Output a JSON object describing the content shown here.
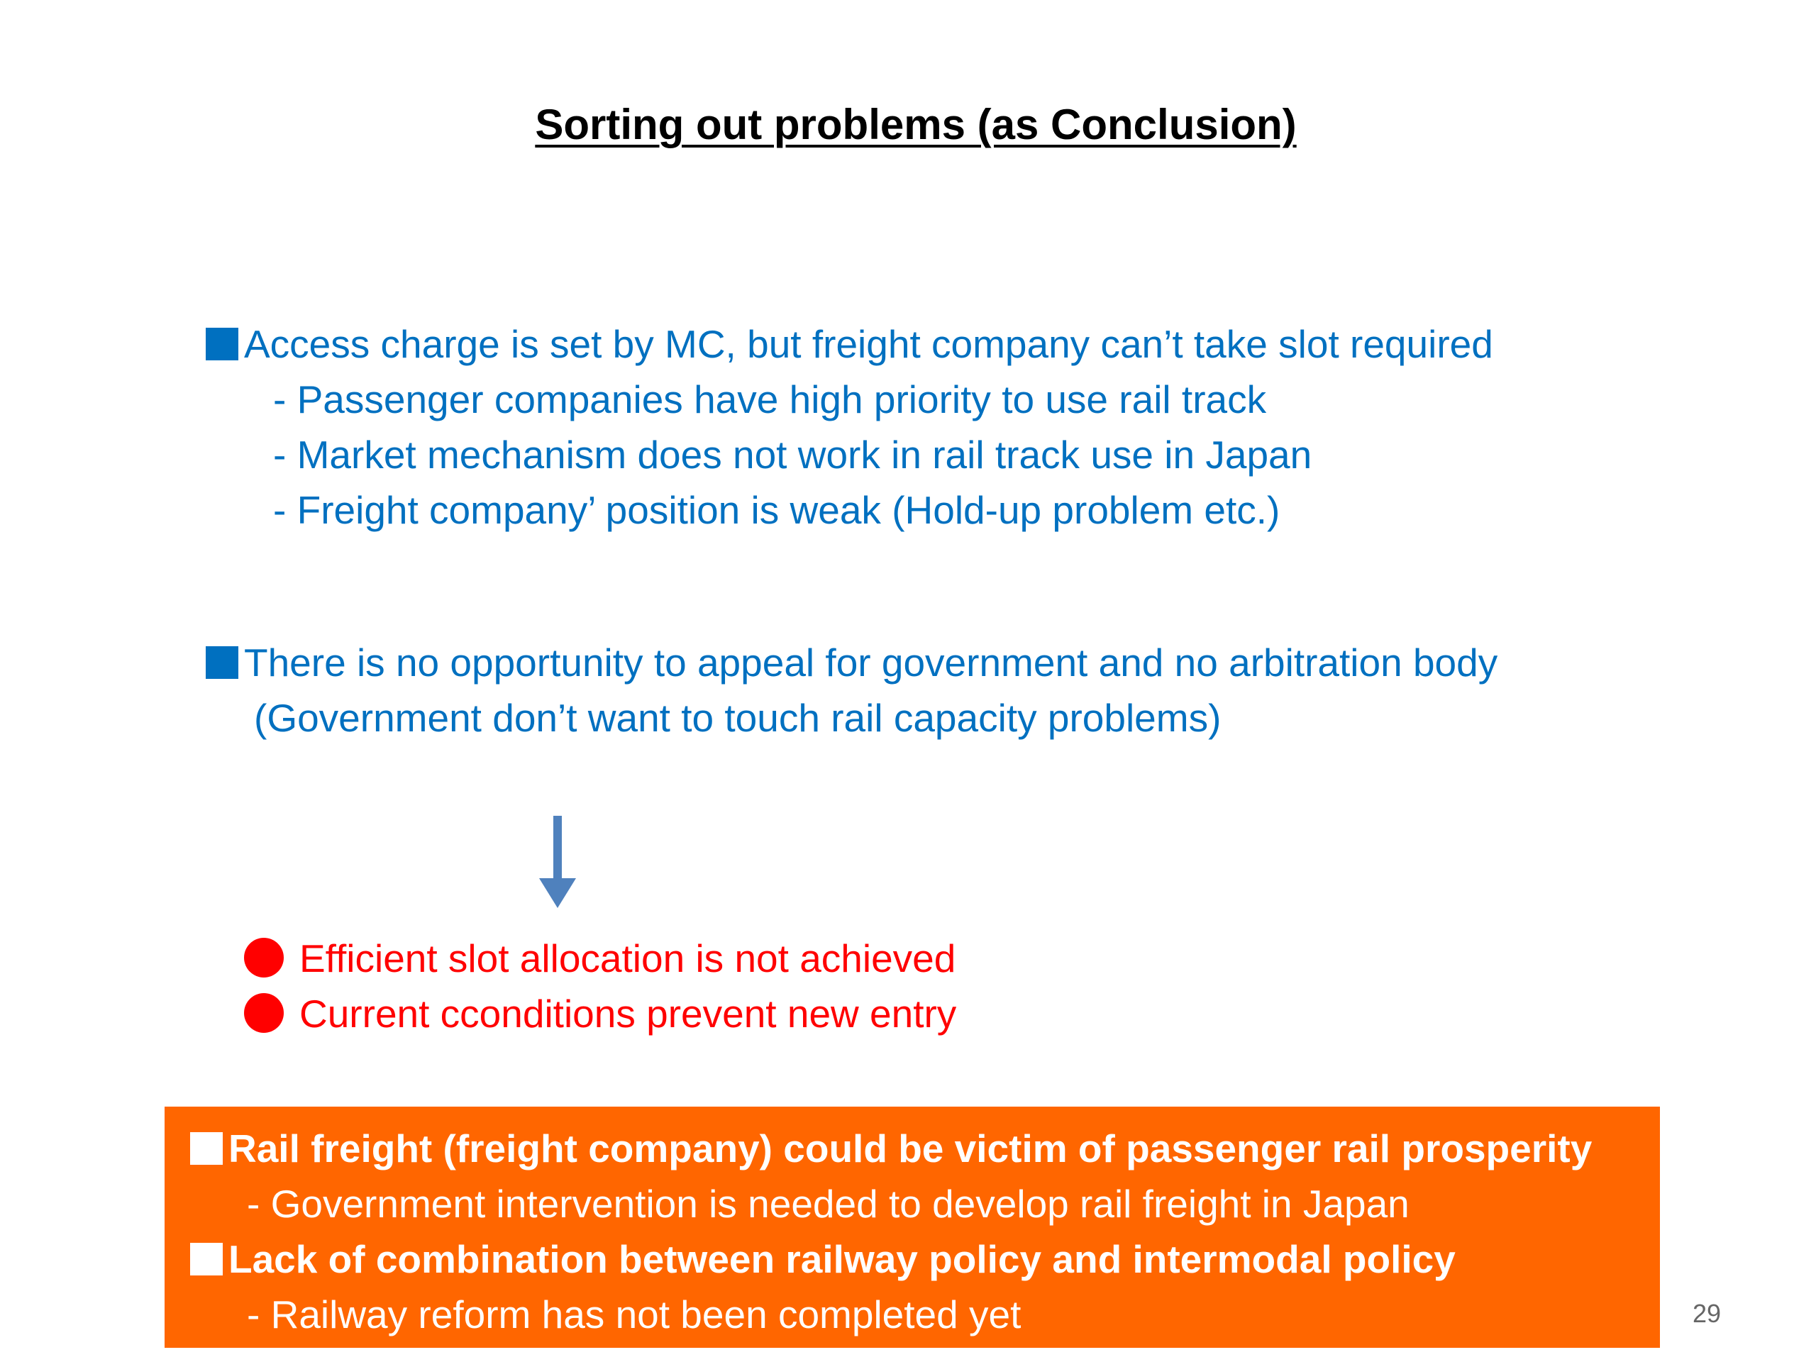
{
  "slide": {
    "title": "Sorting out problems (as Conclusion)",
    "page_number": "29"
  },
  "section1": {
    "heading": "Access charge is set by MC, but freight company can’t take slot required",
    "items": [
      "- Passenger companies have high priority to use rail track",
      "- Market mechanism does not work in rail track use in Japan",
      "- Freight company’ position is weak (Hold-up problem etc.)"
    ]
  },
  "section2": {
    "heading": "There is no opportunity to appeal for government and no arbitration body",
    "note": "(Government don’t want to touch rail capacity problems)"
  },
  "results": {
    "items": [
      "Efficient slot allocation is not achieved",
      "Current cconditions prevent new entry"
    ]
  },
  "conclusion_box": {
    "point1": "Rail freight (freight company) could be victim of passenger rail prosperity",
    "point1_sub": "- Government intervention is needed to develop rail freight in Japan",
    "point2": "Lack of combination between railway policy and intermodal policy",
    "point2_sub": "- Railway reform has not been completed yet"
  },
  "colors": {
    "blue_text": "#0070c0",
    "red_text": "#ff0000",
    "box_fill": "#ff6600",
    "arrow": "#4f81bd"
  },
  "icons": {
    "bullet_square": "blue-square-bullet-icon",
    "bullet_dot": "red-dot-bullet-icon",
    "arrow": "arrow-down-icon",
    "box_bullet": "white-square-bullet-icon"
  }
}
